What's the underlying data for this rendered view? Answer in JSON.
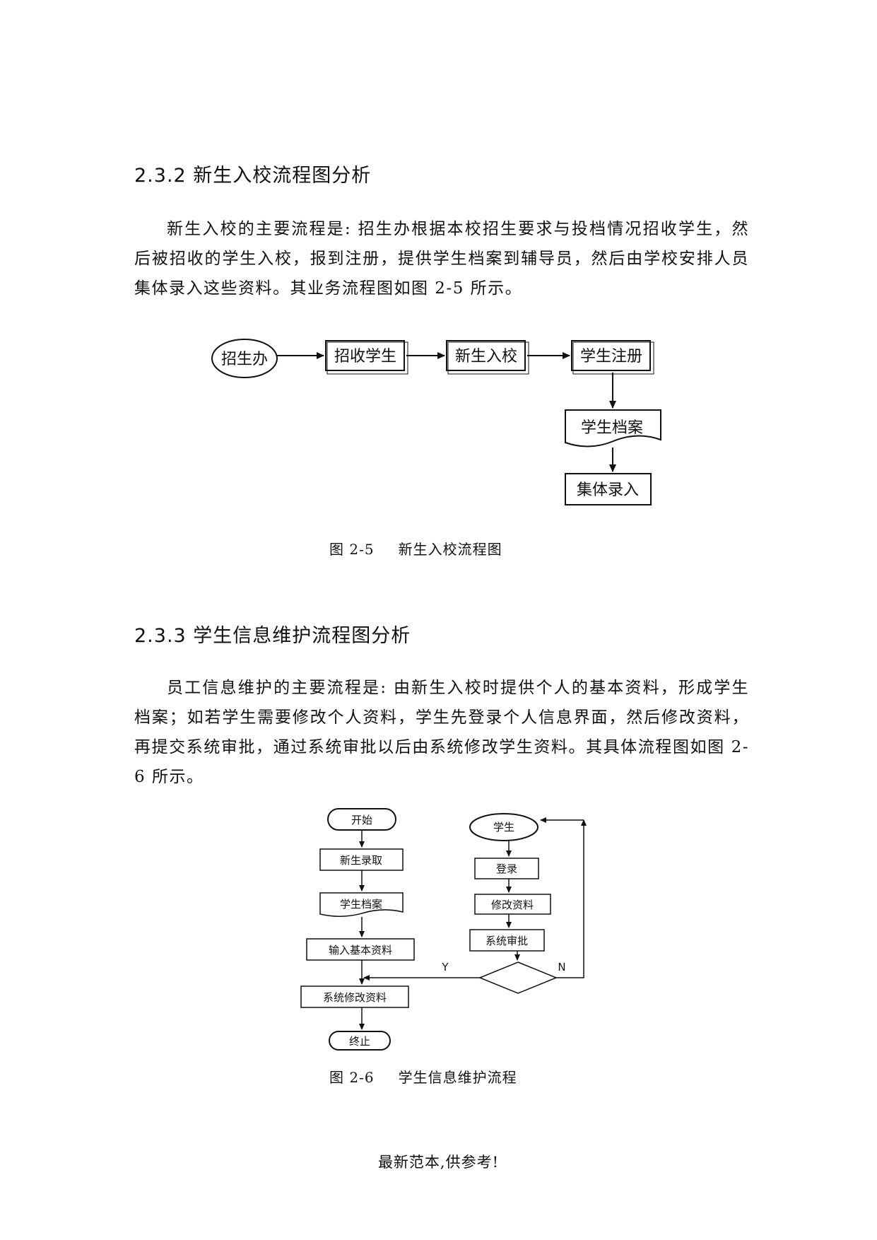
{
  "section1": {
    "heading": "2.3.2 新生入校流程图分析",
    "paragraph": "新生入校的主要流程是: 招生办根据本校招生要求与投档情况招收学生，然后被招收的学生入校，报到注册，提供学生档案到辅导员，然后由学校安排人员集体录入这些资料。其业务流程图如图 2-5 所示。",
    "flow": {
      "start": "招生办",
      "step1": "招收学生",
      "step2": "新生入校",
      "step3": "学生注册",
      "doc": "学生档案",
      "step4": "集体录入"
    },
    "caption_number": "图 2-5",
    "caption_title": "新生入校流程图"
  },
  "section2": {
    "heading": "2.3.3 学生信息维护流程图分析",
    "paragraph": "员工信息维护的主要流程是: 由新生入校时提供个人的基本资料，形成学生档案；如若学生需要修改个人资料，学生先登录个人信息界面，然后修改资料，再提交系统审批，通过系统审批以后由系统修改学生资料。其具体流程图如图 2-6 所示。",
    "flow": {
      "start": "开始",
      "enroll": "新生录取",
      "archive": "学生档案",
      "input": "输入基本资料",
      "modify_sys": "系统修改资料",
      "end": "终止",
      "student": "学生",
      "login": "登录",
      "modify": "修改资料",
      "approve": "系统审批",
      "yes": "Y",
      "no": "N"
    },
    "caption_number": "图 2-6",
    "caption_title": "学生信息维护流程"
  },
  "footer": "最新范本,供参考!"
}
